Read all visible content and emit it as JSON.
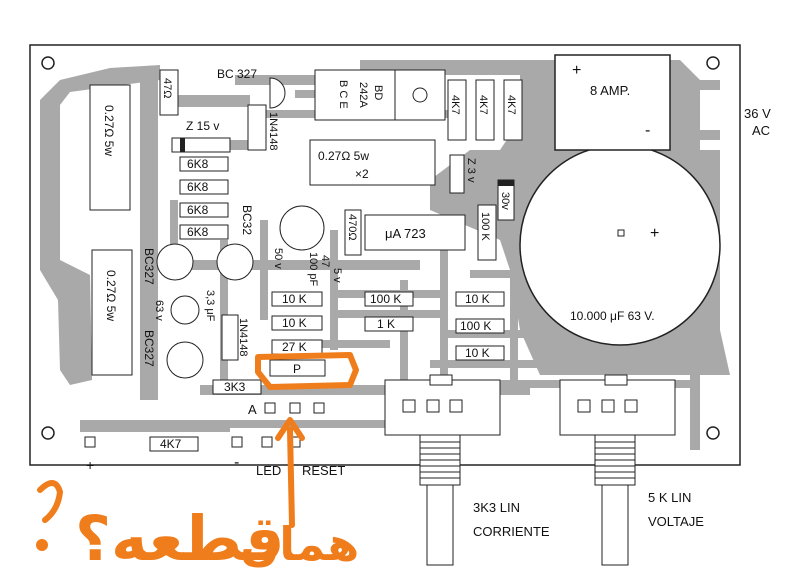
{
  "board": {
    "transformer_input": {
      "voltage": "36 V",
      "type": "AC"
    },
    "fuse": {
      "rating": "8 AMP.",
      "plus": "+",
      "minus": "-"
    },
    "transistors": {
      "driver": "BC 327",
      "power": {
        "name": "BD 242A",
        "pins": "B C E",
        "part_line1": "BD",
        "part_line2": "242A"
      },
      "q_bc327_left": "BC327",
      "q_bc327_bottom": "BC327",
      "q_bc32": "BC32"
    },
    "zener": "Z 15 v",
    "zener2": "Z 3 v",
    "diodes": {
      "d1": "1N4148",
      "d2": "1N4148"
    },
    "resistors": {
      "r47": "47Ω",
      "r027_top": "0.27Ω  5w",
      "r027_bottom": "0.27Ω  5w",
      "r6k8": [
        "6K8",
        "6K8",
        "6K8",
        "6K8"
      ],
      "r027_x2": {
        "value": "0.27Ω  5w",
        "mult": "×2"
      },
      "r4k7_vertical": [
        "4K7",
        "4K7",
        "4K7"
      ],
      "r30v": "30v",
      "r100k_vert": "100 K",
      "r470": "470Ω",
      "r10k_a": "10 K",
      "r10k_b": "10 K",
      "r27k": "27 K",
      "r100k_mid": "100 K",
      "r1k": "1 K",
      "r10k_right": "10 K",
      "r100k_right": "100 K",
      "r10k_right2": "10 K",
      "r3k3": "3K3",
      "r4k7_bottom": "4K7"
    },
    "capacitors": {
      "main": "10.000 μF 63 V.",
      "c3uf": "3,3 μF",
      "c63v": "63 v",
      "c100pf": "100 pF",
      "c50v": "50 v",
      "c47": "47",
      "c5v": "5 v"
    },
    "ic": "μA 723",
    "labels": {
      "a": "A",
      "led": "LED",
      "reset": "RESET",
      "plus": "+",
      "minus": "-",
      "p": "P"
    },
    "pots": [
      {
        "line1": "3K3 LIN",
        "line2": "CORRIENTE"
      },
      {
        "line1": "5 K  LIN",
        "line2": "VOLTAJE"
      }
    ]
  },
  "annotation": {
    "handwritten_left": "قطعه؟",
    "handwritten_bottom": "همان",
    "color": "#f07d1c"
  },
  "colors": {
    "copper": "#a9a9a9",
    "board": "#ffffff",
    "outline": "#000000"
  }
}
